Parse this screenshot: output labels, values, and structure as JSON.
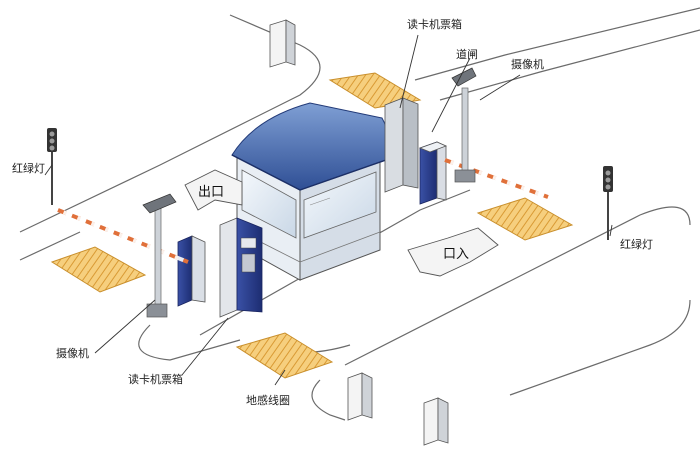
{
  "labels": {
    "reader_box_top": "读卡机票箱",
    "gate": "道闸",
    "camera_top": "摄像机",
    "traffic_light_left": "红绿灯",
    "traffic_light_right": "红绿灯",
    "camera_bottom": "摄像机",
    "reader_box_bottom": "读卡机票箱",
    "loop_sensor": "地感线圈"
  },
  "arrows": {
    "exit": "出口",
    "entry": "口入"
  },
  "colors": {
    "booth_roof": "#4a6fb0",
    "booth_glass": "#dde8f2",
    "reader_body": "#2b3f8f",
    "barrier_stripe": "#e0703a",
    "sensor_pad": "#f3c46b"
  }
}
